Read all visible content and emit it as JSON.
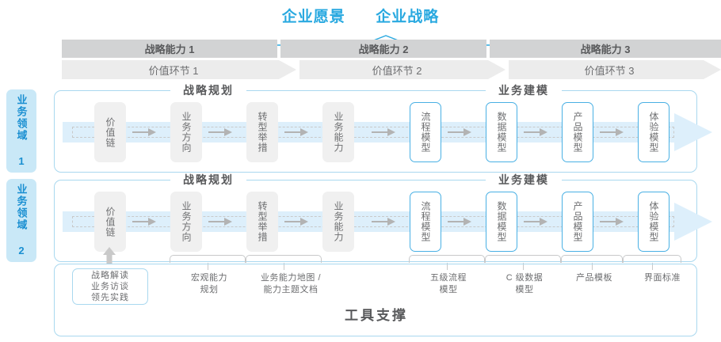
{
  "header": {
    "vision": "企业愿景",
    "strategy": "企业战略"
  },
  "capabilities": [
    {
      "label": "战略能力 1"
    },
    {
      "label": "战略能力 2"
    },
    {
      "label": "战略能力 3"
    }
  ],
  "value_stages": [
    {
      "label": "价值环节 1"
    },
    {
      "label": "价值环节 2"
    },
    {
      "label": "价值环节 3"
    }
  ],
  "domains": [
    {
      "label": "业务领域 1"
    },
    {
      "label": "业务领域 2"
    }
  ],
  "sections": {
    "planning": "战略规划",
    "modeling": "业务建模"
  },
  "row1": {
    "planning_nodes": [
      {
        "label": "价值链"
      },
      {
        "label": "业务方向"
      },
      {
        "label": "转型举措"
      },
      {
        "label": "业务能力"
      }
    ],
    "modeling_nodes": [
      {
        "label": "流程模型"
      },
      {
        "label": "数据模型"
      },
      {
        "label": "产品模型"
      },
      {
        "label": "体验模型"
      }
    ]
  },
  "row2": {
    "planning_nodes": [
      {
        "label": "价值链"
      },
      {
        "label": "业务方向"
      },
      {
        "label": "转型举措"
      },
      {
        "label": "业务能力"
      }
    ],
    "modeling_nodes": [
      {
        "label": "流程模型"
      },
      {
        "label": "数据模型"
      },
      {
        "label": "产品模型"
      },
      {
        "label": "体验模型"
      }
    ]
  },
  "tools": {
    "title": "工具支撑",
    "card": "战略解读\n业务访谈\n领先实践",
    "card_lines": [
      "战略解读",
      "业务访谈",
      "领先实践"
    ],
    "items": [
      {
        "label": "宏观能力\n规划",
        "lines": [
          "宏观能力",
          "规划"
        ]
      },
      {
        "label": "业务能力地图 /\n能力主题文档",
        "lines": [
          "业务能力地图 /",
          "能力主题文档"
        ]
      },
      {
        "label": "五级流程\n模型",
        "lines": [
          "五级流程",
          "模型"
        ]
      },
      {
        "label": "C 级数据\n模型",
        "lines": [
          "C 级数据",
          "模型"
        ]
      },
      {
        "label": "产品模板",
        "lines": [
          "产品模板"
        ]
      },
      {
        "label": "界面标准",
        "lines": [
          "界面标准"
        ]
      }
    ]
  },
  "colors": {
    "accent_blue": "#29a9e0",
    "light_blue": "#c9e8f7",
    "band_border": "#a9d8ef",
    "bar_dark": "#d2d3d4",
    "bar_light": "#ececec",
    "node_gray": "#f0f0f0",
    "node_blue_border": "#49b0e4",
    "text_gray": "#58595b"
  }
}
